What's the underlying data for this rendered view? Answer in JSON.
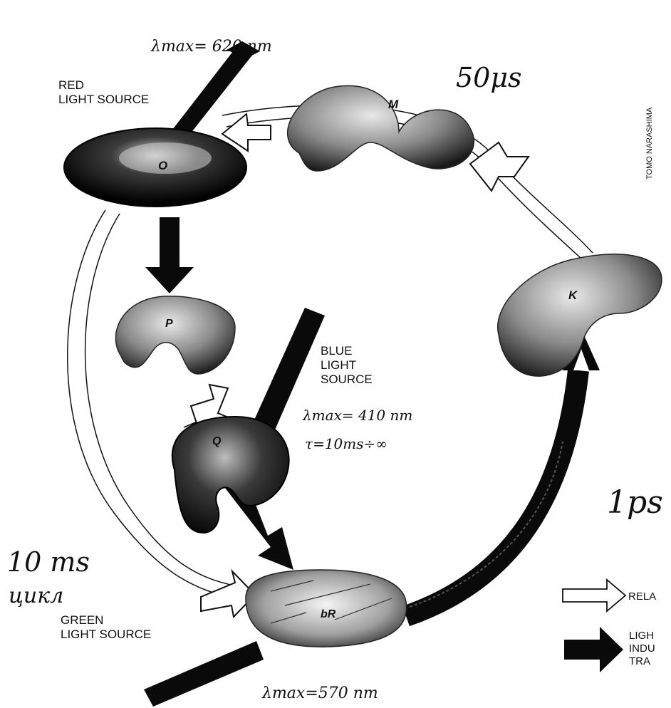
{
  "credit": "TOMO NARASHIMA",
  "states": {
    "O": "O",
    "P": "P",
    "Q": "Q",
    "bR": "bR",
    "K": "K",
    "M": "M"
  },
  "light_sources": {
    "red": [
      "RED",
      "LIGHT SOURCE"
    ],
    "blue": [
      "BLUE",
      "LIGHT",
      "SOURCE"
    ],
    "green": [
      "GREEN",
      "LIGHT SOURCE"
    ]
  },
  "handwritten": {
    "red_lambda": "λmax= 620 nm",
    "m_time": "50μs",
    "blue_lambda": "λmax= 410 nm",
    "blue_tau": "τ=10ms÷∞",
    "k_time": "1ps",
    "cycle_time": "10 ms",
    "cycle_word": "цикл",
    "green_lambda": "λmax=570 nm"
  },
  "legend": {
    "relax": "RELA",
    "light_induced": [
      "LIGH",
      "INDU",
      "TRA"
    ]
  }
}
